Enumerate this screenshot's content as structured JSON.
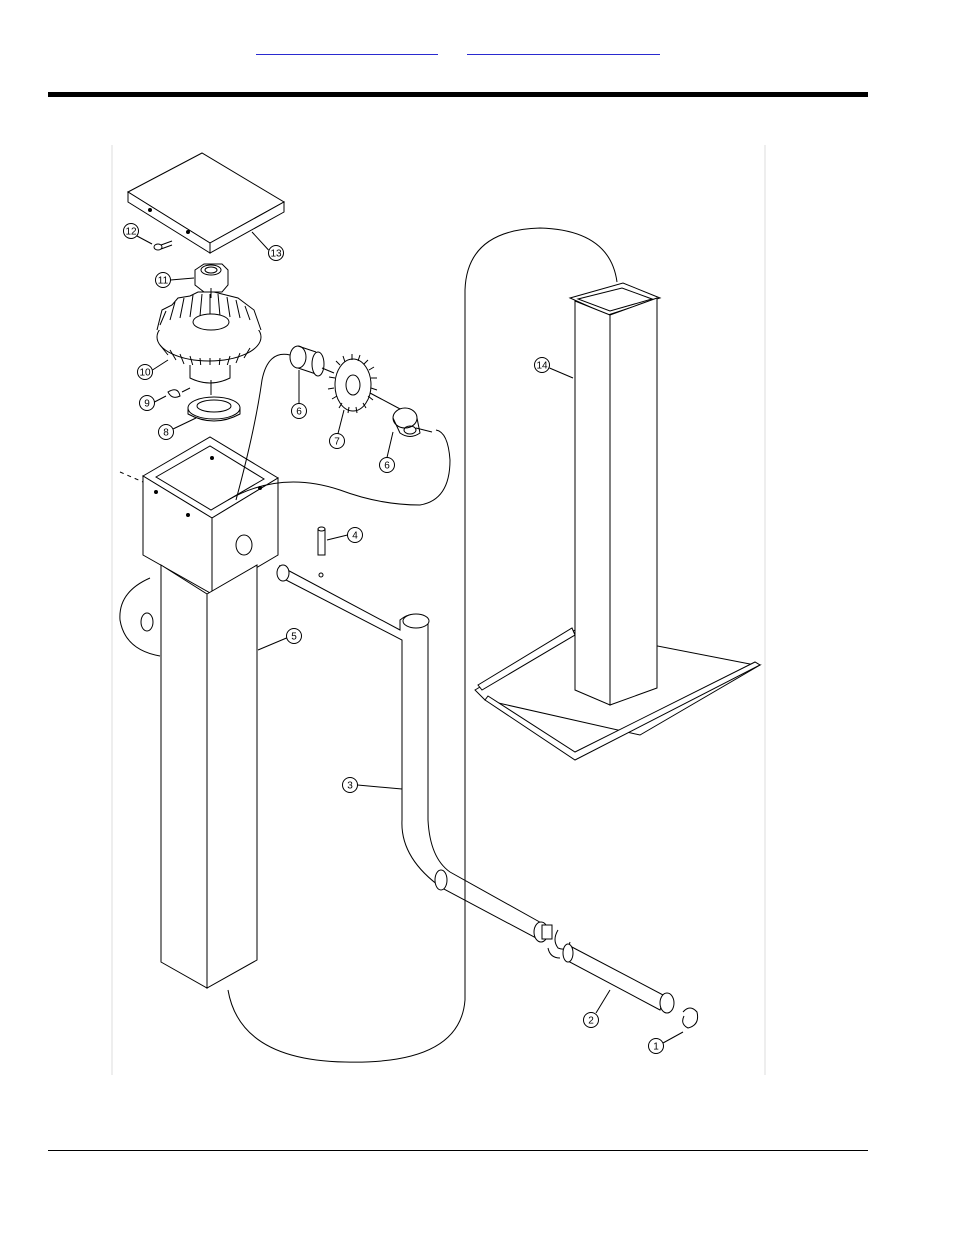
{
  "header": {
    "links": [
      {
        "label": ""
      },
      {
        "label": ""
      }
    ]
  },
  "diagram": {
    "callouts": [
      "1",
      "2",
      "3",
      "4",
      "5",
      "6",
      "6",
      "7",
      "8",
      "9",
      "10",
      "11",
      "12",
      "13",
      "14"
    ]
  }
}
